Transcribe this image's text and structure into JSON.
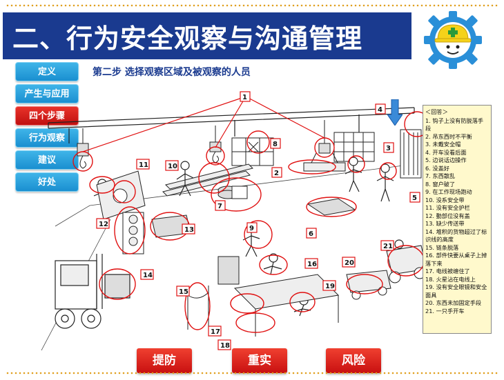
{
  "header": {
    "title": "二、行为安全观察与沟通管理"
  },
  "nav": {
    "items": [
      {
        "label": "定义",
        "active": false
      },
      {
        "label": "产生与应用",
        "active": false
      },
      {
        "label": "四个步骤",
        "active": true
      },
      {
        "label": "行为观察",
        "active": false
      },
      {
        "label": "建议",
        "active": false
      },
      {
        "label": "好处",
        "active": false
      }
    ]
  },
  "step": {
    "title": "第二步 选择观察区域及被观察的人员"
  },
  "answers": {
    "header": "＜回答＞",
    "items": [
      "1.  钩子上没有防脱落手段",
      "2.  吊东西时不平衡",
      "3.  未戴安全帽",
      "4.  开车没看后面",
      "5.  边说话边操作",
      "6.  没盖好",
      "7.  东西散乱",
      "8.  窗户破了",
      "9.  在工作现场跑动",
      "10. 没系安全带",
      "11. 没有安全护栏",
      "12. 動部位没有盖",
      "13. 缺少传送带",
      "14. 堆积的货物超过了标识线的高度",
      "15. 链条脱落",
      "16. 部件快要从桌子上掉落下来",
      "17. 电线被缠住了",
      "18. 火星沾在电线上",
      "19. 没有安全眼镜和安全面具",
      "20. 东西未加固定手段",
      "21. 一只手开车"
    ]
  },
  "markers": [
    "1",
    "2",
    "3",
    "4",
    "5",
    "6",
    "7",
    "8",
    "9",
    "10",
    "11",
    "12",
    "13",
    "14",
    "15",
    "16",
    "17",
    "18",
    "19",
    "20",
    "21"
  ],
  "bottom": {
    "btn1": "提防",
    "btn2": "重实",
    "btn3": "风险"
  },
  "colors": {
    "title_bg": "#1a3a8f",
    "nav": "#1a8fd0",
    "nav_active": "#c01010",
    "marker": "#e01010",
    "answer_bg": "#fff9cc"
  }
}
